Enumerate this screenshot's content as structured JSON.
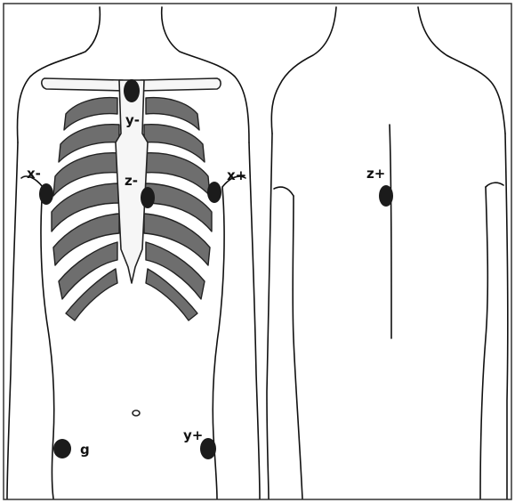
{
  "electrodes": {
    "y_minus": "y-",
    "z_minus": "z-",
    "x_minus": "x-",
    "x_plus": "x+",
    "z_plus": "z+",
    "y_plus": "y+",
    "ground": "g"
  }
}
